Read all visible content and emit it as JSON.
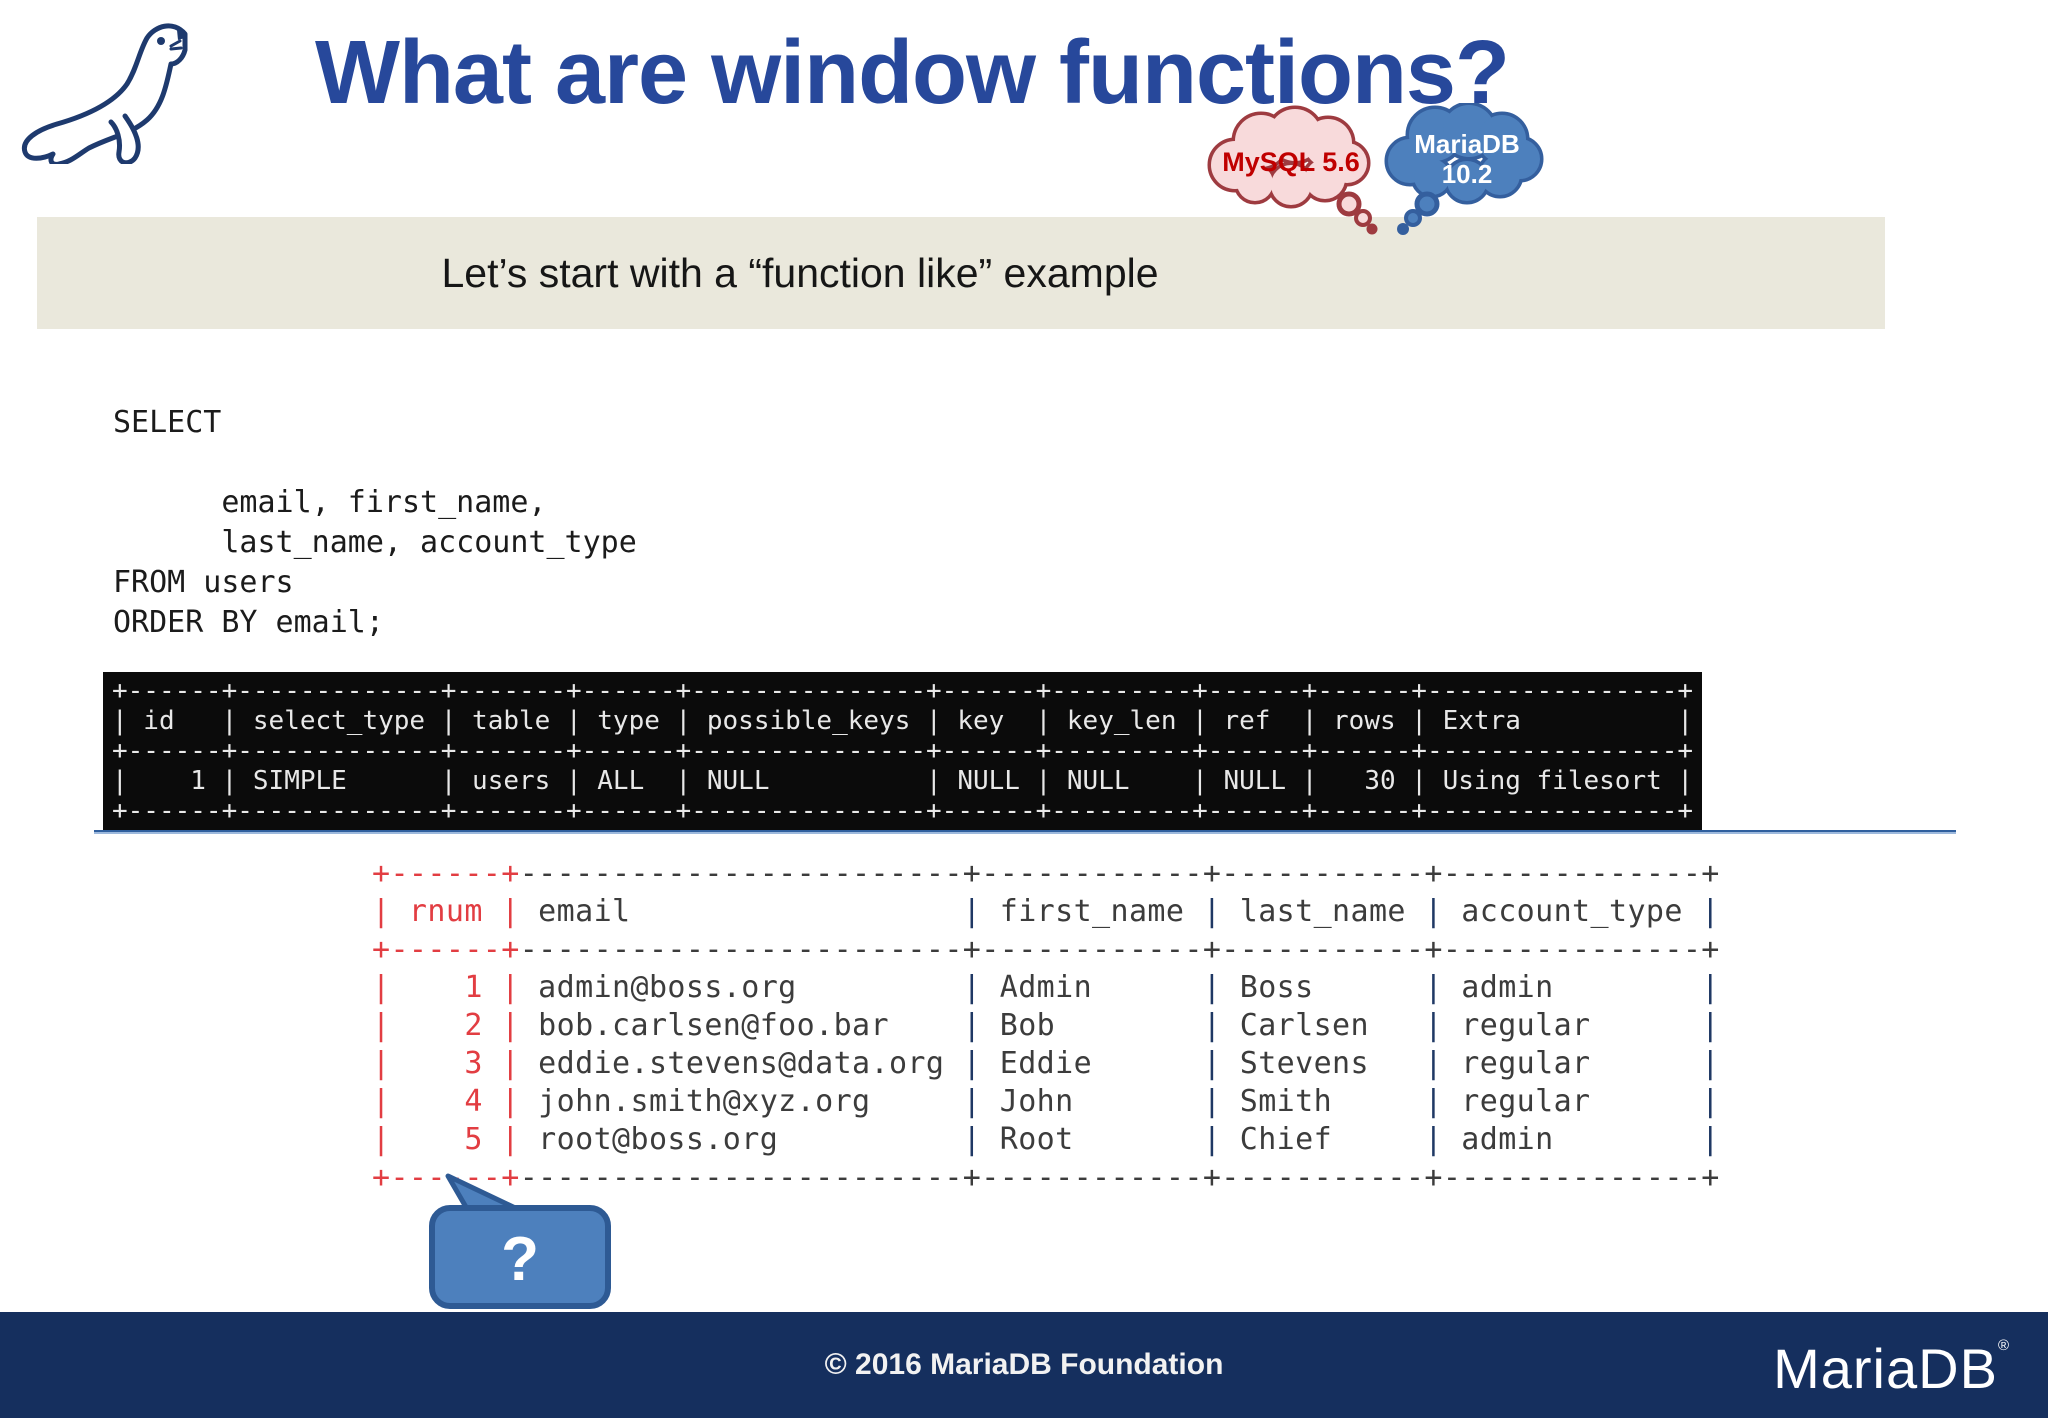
{
  "header": {
    "title": "What are window functions?"
  },
  "banner": {
    "text": "Let’s start with a “function like” example"
  },
  "thought_bubbles": {
    "mysql": {
      "text": "MySQL 5.6",
      "fill": "#f8dadb",
      "border": "#9e3b40",
      "text_color": "#c00000"
    },
    "mariadb": {
      "line1": "MariaDB",
      "line2": "10.2",
      "fill": "#4d80bd",
      "border": "#345f9e",
      "text_color": "#ffffff"
    }
  },
  "sql": {
    "text": "SELECT\n\n      email, first_name,\n      last_name, account_type\nFROM users\nORDER BY email;"
  },
  "explain_table": {
    "columns": [
      "id",
      "select_type",
      "table",
      "type",
      "possible_keys",
      "key",
      "key_len",
      "ref",
      "rows",
      "Extra"
    ],
    "widths": [
      6,
      13,
      7,
      6,
      15,
      6,
      9,
      6,
      6,
      16
    ],
    "align_right": [
      "id",
      "rows"
    ],
    "rows": [
      [
        "1",
        "SIMPLE",
        "users",
        "ALL",
        "NULL",
        "NULL",
        "NULL",
        "NULL",
        "30",
        "Using filesort"
      ]
    ]
  },
  "result_table": {
    "columns": [
      "rnum",
      "email",
      "first_name",
      "last_name",
      "account_type"
    ],
    "widths": [
      6,
      24,
      12,
      11,
      14
    ],
    "align_right": [
      "rnum"
    ],
    "highlight_column": "rnum",
    "rows": [
      [
        "1",
        "admin@boss.org",
        "Admin",
        "Boss",
        "admin"
      ],
      [
        "2",
        "bob.carlsen@foo.bar",
        "Bob",
        "Carlsen",
        "regular"
      ],
      [
        "3",
        "eddie.stevens@data.org",
        "Eddie",
        "Stevens",
        "regular"
      ],
      [
        "4",
        "john.smith@xyz.org",
        "John",
        "Smith",
        "regular"
      ],
      [
        "5",
        "root@boss.org",
        "Root",
        "Chief",
        "admin"
      ]
    ]
  },
  "question_bubble": {
    "text": "?"
  },
  "footer": {
    "copyright": "© 2016 MariaDB Foundation",
    "brand": "MariaDB",
    "registered": "®"
  },
  "colors": {
    "title_blue": "#27489b",
    "accent_red": "#e23d42",
    "navy_pipe": "#1f3864",
    "banner_bg": "#eae8dc",
    "terminal_bg": "#0b0b0b",
    "footer_navy": "#152f5e",
    "bubble_blue": "#4d80bd",
    "bubble_border": "#2e5a94"
  }
}
